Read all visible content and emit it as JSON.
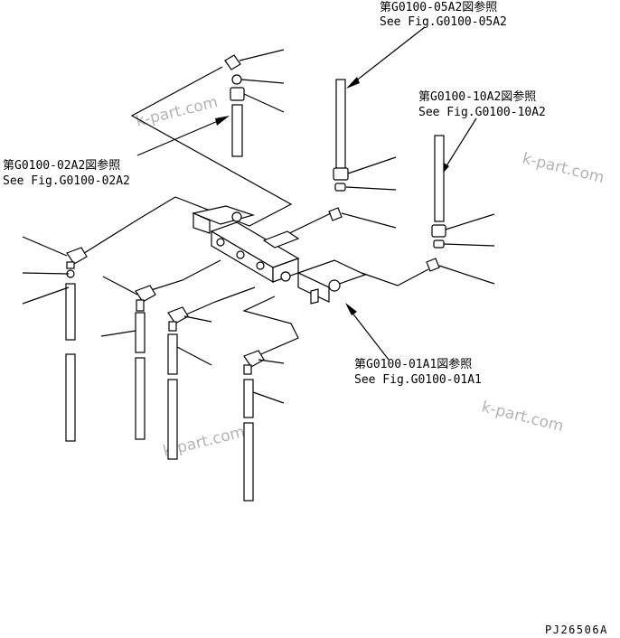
{
  "refs": [
    {
      "jp": "第G0100-05A2図参照",
      "en": "See Fig.G0100-05A2"
    },
    {
      "jp": "第G0100-10A2図参照",
      "en": "See Fig.G0100-10A2"
    },
    {
      "jp": "第G0100-02A2図参照",
      "en": "See Fig.G0100-02A2"
    },
    {
      "jp": "第G0100-01A1図参照",
      "en": "See Fig.G0100-01A1"
    }
  ],
  "watermark": "k-part.com",
  "drawing_code": "PJ26506A"
}
